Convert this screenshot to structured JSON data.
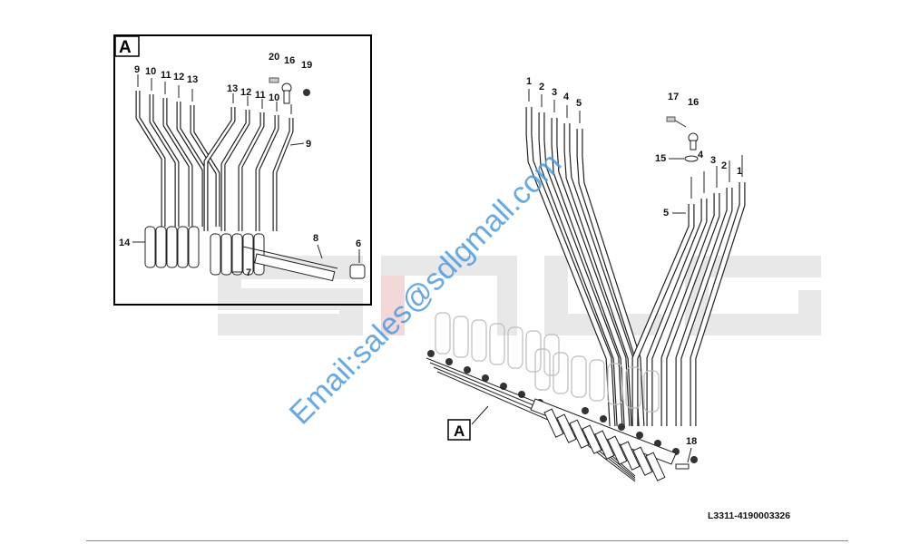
{
  "drawing": {
    "reference_code": "L3311-4190003326",
    "watermark_logo": "SDLG",
    "watermark_email": "Email:sales@sdlgmall.com",
    "detail_view_label": "A",
    "detail_reference_label": "A"
  },
  "inset_callouts": {
    "c9a": "9",
    "c10a": "10",
    "c11a": "11",
    "c12a": "12",
    "c13a": "13",
    "c13b": "13",
    "c12b": "12",
    "c11b": "11",
    "c10b": "10",
    "c9b": "9",
    "c20": "20",
    "c16": "16",
    "c19": "19",
    "c14": "14",
    "c7": "7",
    "c8": "8",
    "c6": "6"
  },
  "main_callouts": {
    "l1": "1",
    "l2": "2",
    "l3": "3",
    "l4": "4",
    "l5": "5",
    "c17": "17",
    "c16": "16",
    "c15": "15",
    "r4": "4",
    "r3": "3",
    "r2": "2",
    "r1": "1",
    "r5": "5",
    "c18": "18"
  },
  "colors": {
    "watermark_blue": "#4a9be0",
    "logo_grey": "#e6e6e6",
    "logo_red": "#f2d6d6"
  }
}
